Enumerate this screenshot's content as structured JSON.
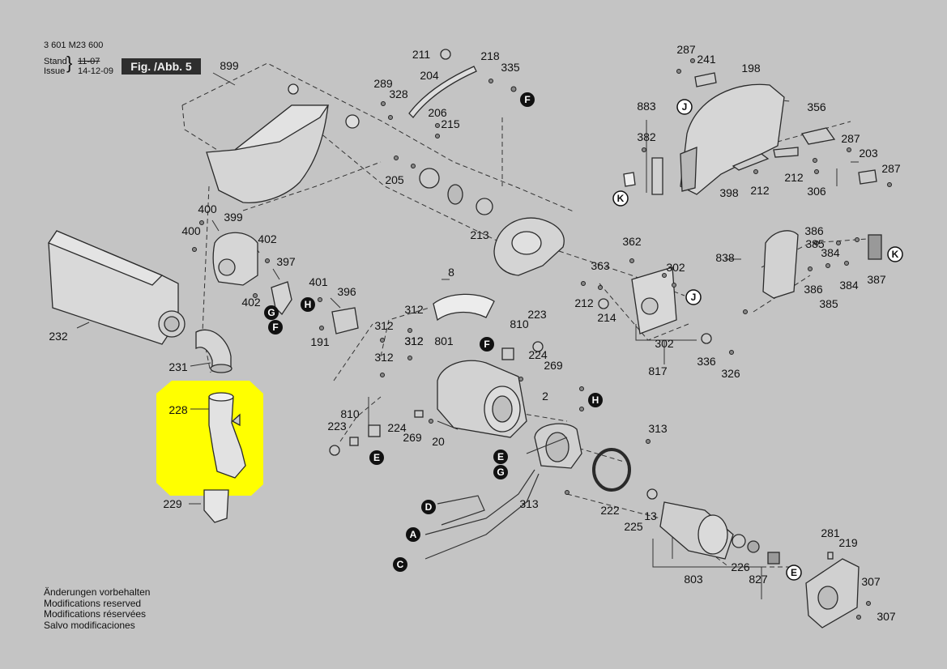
{
  "header": {
    "drawing_number": "3 601 M23 600",
    "stand_label": "Stand",
    "issue_label": "Issue",
    "stand_date": "11-07",
    "issue_date": "14-12-09",
    "figure": "Fig. /Abb. 5"
  },
  "highlight_color": "#ffff00",
  "notes": [
    "Änderungen vorbehalten",
    "Modifications reserved",
    "Modifications réservées",
    "Salvo modificaciones"
  ],
  "part_numbers": [
    "899",
    "211",
    "218",
    "335",
    "204",
    "289",
    "328",
    "206",
    "215",
    "205",
    "213",
    "287",
    "241",
    "198",
    "883",
    "382",
    "356",
    "287",
    "203",
    "287",
    "212",
    "306",
    "212",
    "398",
    "400",
    "399",
    "400",
    "402",
    "397",
    "401",
    "396",
    "402",
    "191",
    "232",
    "231",
    "228",
    "229",
    "8",
    "312",
    "312",
    "312",
    "223",
    "810",
    "224",
    "269",
    "312",
    "312",
    "801",
    "810",
    "223",
    "224",
    "269",
    "20",
    "2",
    "313",
    "362",
    "363",
    "302",
    "302",
    "212",
    "214",
    "336",
    "326",
    "817",
    "838",
    "384",
    "385",
    "386",
    "387",
    "386",
    "384",
    "385",
    "222",
    "225",
    "13",
    "803",
    "226",
    "827",
    "281",
    "219",
    "307",
    "307",
    "313"
  ],
  "markers": [
    "F",
    "J",
    "K",
    "G",
    "H",
    "F",
    "F",
    "H",
    "E",
    "E",
    "G",
    "D",
    "A",
    "C",
    "J",
    "K",
    "E"
  ]
}
